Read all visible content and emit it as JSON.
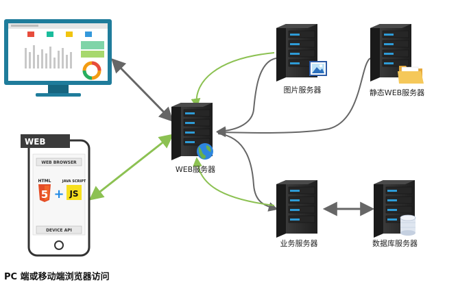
{
  "nodes": {
    "image_server": "图片服务器",
    "static_web_server": "静态WEB服务器",
    "web_server": "WEB服务器",
    "business_server": "业务服务器",
    "database_server": "数据库服务器"
  },
  "mobile": {
    "tag": "WEB",
    "browser_label": "WEB BROWSER",
    "html_label": "HTML",
    "html_version": "5",
    "js_label": "JAVA SCRIPT",
    "js_logo": "JS",
    "device_api_label": "DEVICE API"
  },
  "caption": "PC 端或移动端浏览器访问",
  "colors": {
    "green_arrow": "#8cc152",
    "gray_arrow": "#666666",
    "monitor_frame": "#1f7c9b",
    "server_body": "#2f2f2f",
    "server_light": "#2e9bd6"
  }
}
